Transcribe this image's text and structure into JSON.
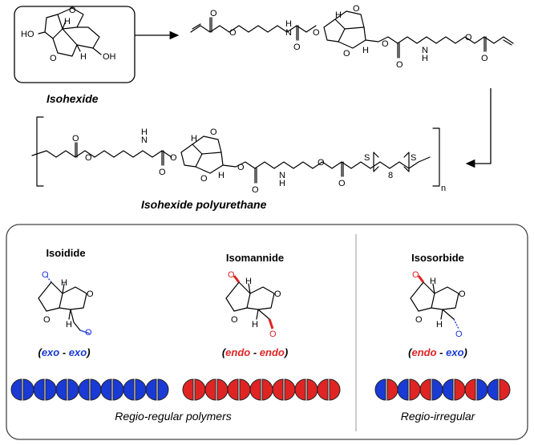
{
  "top": {
    "isohexide_label": "Isohexide",
    "polymer_label": "Isohexide polyurethane",
    "subscript_8": "8",
    "subscript_n": "n"
  },
  "atoms": {
    "O": "O",
    "H": "H",
    "N": "N",
    "S": "S",
    "HO": "HO",
    "OH": "OH"
  },
  "panel": {
    "isoidide": {
      "title": "Isoidide",
      "open": "(",
      "left": "exo",
      "dash": " - ",
      "right": "exo",
      "close": ")"
    },
    "isomannide": {
      "title": "Isomannide",
      "open": "(",
      "left": "endo",
      "dash": " - ",
      "right": "endo",
      "close": ")"
    },
    "isosorbide": {
      "title": "Isosorbide",
      "open": "(",
      "left": "endo",
      "dash": " - ",
      "right": "exo",
      "close": ")"
    },
    "regular_caption": "Regio-regular polymers",
    "irregular_caption": "Regio-irregular"
  },
  "colors": {
    "exo": "#1a3ad6",
    "endo": "#e02424",
    "frame": "#444444",
    "divider": "#999999"
  }
}
